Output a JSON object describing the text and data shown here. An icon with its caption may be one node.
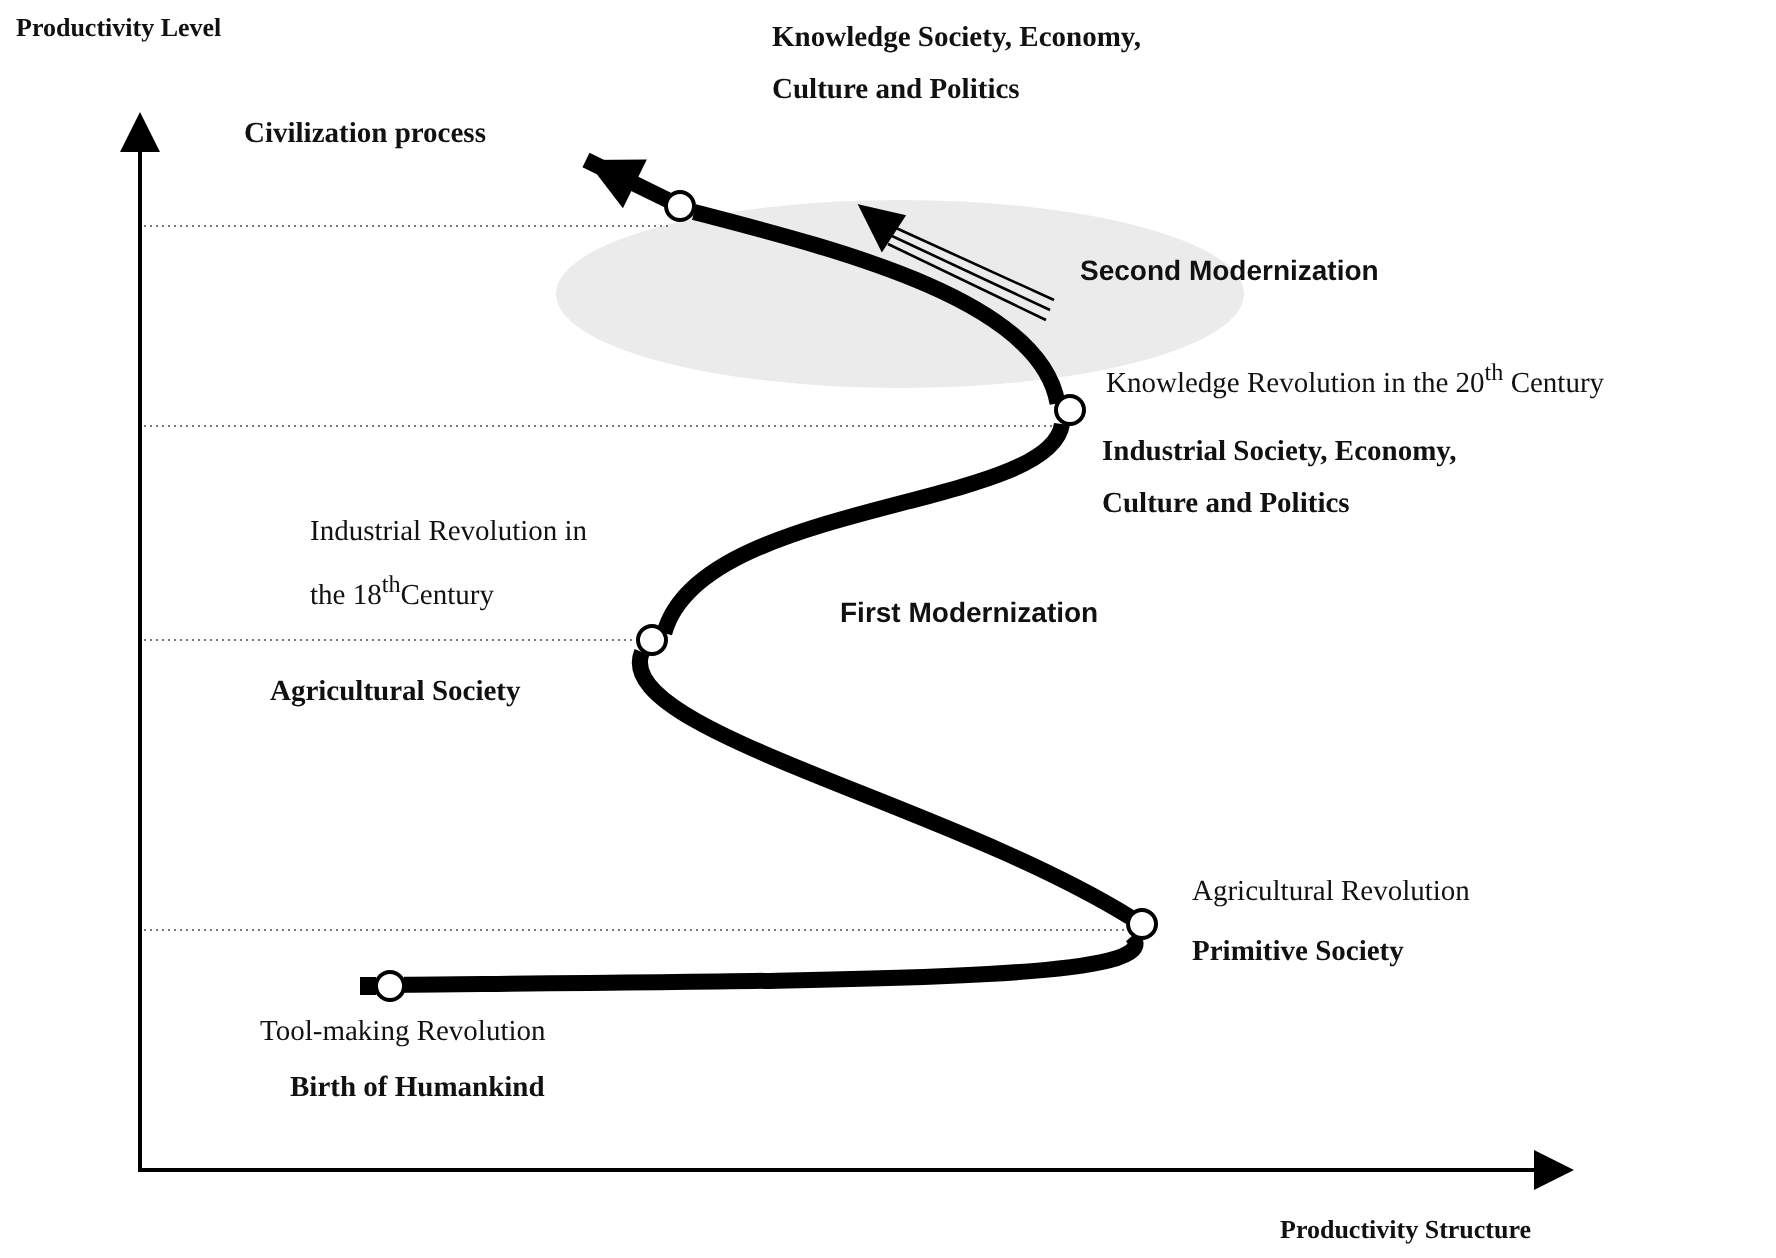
{
  "diagram": {
    "nodes": [
      {
        "text": [],
        "shape": "circle",
        "beside": [
          "Tool-making Revolution",
          "Birth of Humankind"
        ]
      },
      {
        "text": [],
        "shape": "circle",
        "beside": [
          "Agricultural Revolution",
          "Primitive Society"
        ]
      },
      {
        "text": [],
        "shape": "circle",
        "beside": [
          "Industrial Revolution in the 18$^{th}$Century",
          "Agricultural Society"
        ]
      },
      {
        "text": [],
        "shape": "circle",
        "beside": [
          "Knowledge Revolution in the 20$^{th}$ Century",
          "Industrial Society, Economy, Culture and Politics"
        ]
      },
      {
        "text": [],
        "shape": "circle"
      }
    ],
    "edges": [
      {
        "from": 0,
        "to": 1,
        "arrow": "none"
      },
      {
        "from": 1,
        "to": 2,
        "arrow": "none"
      },
      {
        "from": 2,
        "to": 3,
        "arrow": "none"
      },
      {
        "from": 3,
        "to": 4,
        "arrow": "none"
      },
      {
        "from": 4,
        "to": null,
        "arrow": "to"
      }
    ],
    "labels": [
      "Productivity Level",
      "Knowledge Society, Economy, Culture and Politics",
      "Civilization process",
      "Second Modernization",
      "First Modernization",
      "Productivity Structure"
    ]
  }
}
